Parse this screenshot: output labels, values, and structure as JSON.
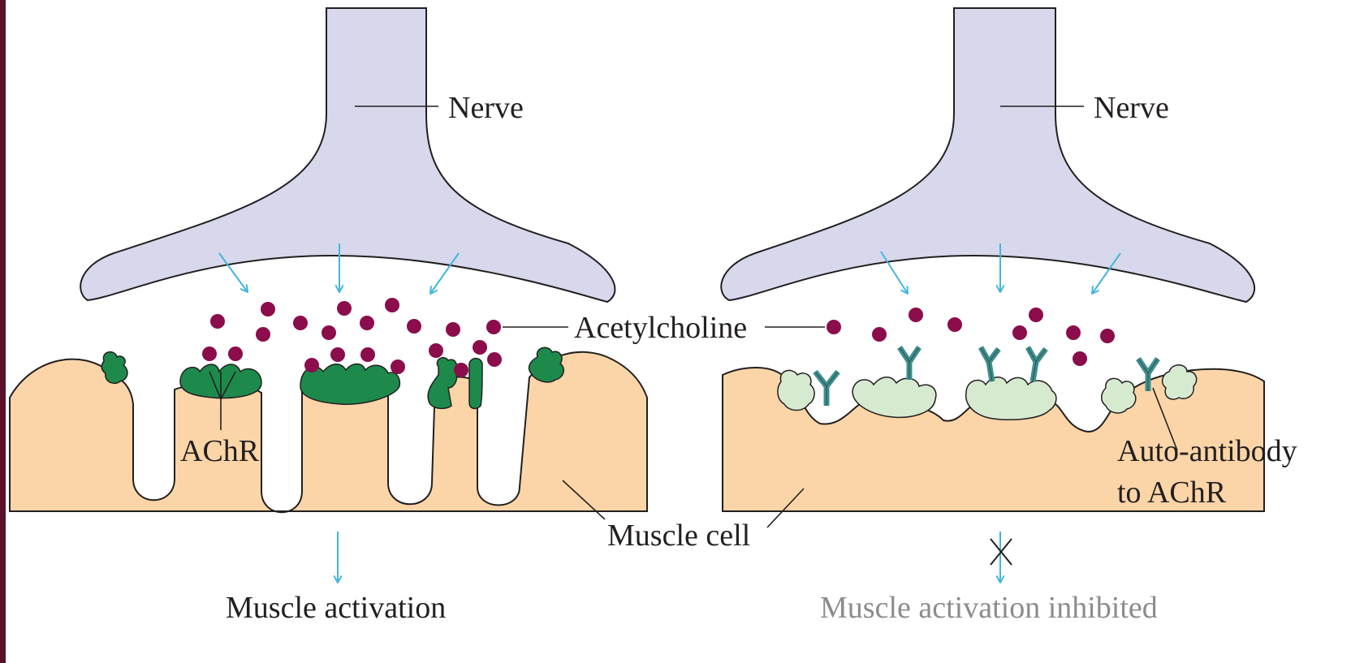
{
  "labels": {
    "nerve_left": "Nerve",
    "nerve_right": "Nerve",
    "acetylcholine": "Acetylcholine",
    "achr": "AChR",
    "muscle_cell": "Muscle cell",
    "autoantibody_line1": "Auto-antibody",
    "autoantibody_line2": "to AChR",
    "muscle_activation": "Muscle activation",
    "muscle_activation_inhibited": "Muscle activation inhibited"
  },
  "colors": {
    "nerve_fill": "#d8d8ec",
    "muscle_fill": "#fbd5a8",
    "receptor_active": "#1d8a4c",
    "receptor_blocked": "#d6ead0",
    "antibody": "#3e8f8f",
    "acetylcholine": "#8b0d4b",
    "arrow": "#43b6dd",
    "left_edge_bar": "#5a1028"
  }
}
